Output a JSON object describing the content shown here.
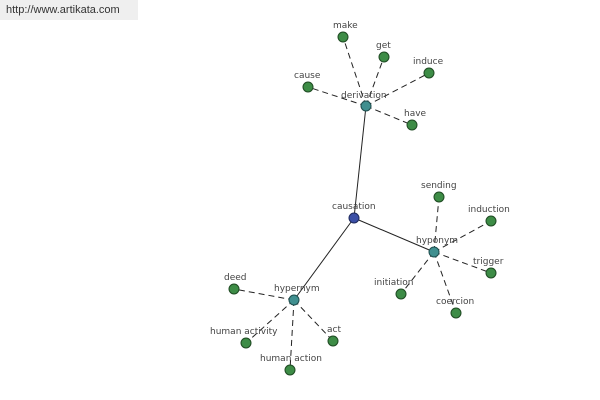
{
  "header": {
    "url": "http://www.artikata.com"
  },
  "graph": {
    "root": {
      "id": "causation",
      "label": "causation"
    },
    "hubs": [
      {
        "id": "derivation",
        "label": "derivation",
        "children": [
          "make",
          "get",
          "induce",
          "cause",
          "have"
        ]
      },
      {
        "id": "hyponym",
        "label": "hyponym",
        "children": [
          "sending",
          "induction",
          "trigger",
          "initiation",
          "coercion"
        ]
      },
      {
        "id": "hypernym",
        "label": "hypernym",
        "children": [
          "deed",
          "human activity",
          "human action",
          "act"
        ]
      }
    ]
  },
  "colors": {
    "leaf": "#3d8c46",
    "hub": "#3f8f8f",
    "root": "#3b4fa6",
    "edge": "#222222"
  }
}
